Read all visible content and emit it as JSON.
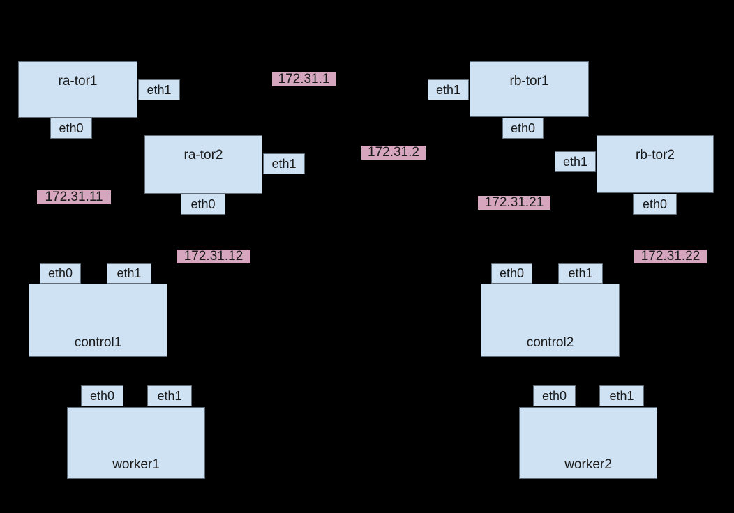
{
  "diagram": {
    "type": "network-topology",
    "colors": {
      "background": "#000000",
      "node_fill": "#cfe2f3",
      "node_border": "#5f6b76",
      "ip_label_fill": "#d5a6bd",
      "text": "#1a1a1a"
    },
    "nodes": {
      "ra_tor1": {
        "label": "ra-tor1",
        "ports": {
          "eth0": "eth0",
          "eth1": "eth1"
        }
      },
      "ra_tor2": {
        "label": "ra-tor2",
        "ports": {
          "eth0": "eth0",
          "eth1": "eth1"
        }
      },
      "rb_tor1": {
        "label": "rb-tor1",
        "ports": {
          "eth0": "eth0",
          "eth1": "eth1"
        }
      },
      "rb_tor2": {
        "label": "rb-tor2",
        "ports": {
          "eth0": "eth0",
          "eth1": "eth1"
        }
      },
      "control1": {
        "label": "control1",
        "ports": {
          "eth0": "eth0",
          "eth1": "eth1"
        }
      },
      "control2": {
        "label": "control2",
        "ports": {
          "eth0": "eth0",
          "eth1": "eth1"
        }
      },
      "worker1": {
        "label": "worker1",
        "ports": {
          "eth0": "eth0",
          "eth1": "eth1"
        }
      },
      "worker2": {
        "label": "worker2",
        "ports": {
          "eth0": "eth0",
          "eth1": "eth1"
        }
      }
    },
    "ip_labels": {
      "ip_172_31_1": "172.31.1",
      "ip_172_31_2": "172.31.2",
      "ip_172_31_11": "172.31.11",
      "ip_172_31_12": "172.31.12",
      "ip_172_31_21": "172.31.21",
      "ip_172_31_22": "172.31.22"
    }
  }
}
